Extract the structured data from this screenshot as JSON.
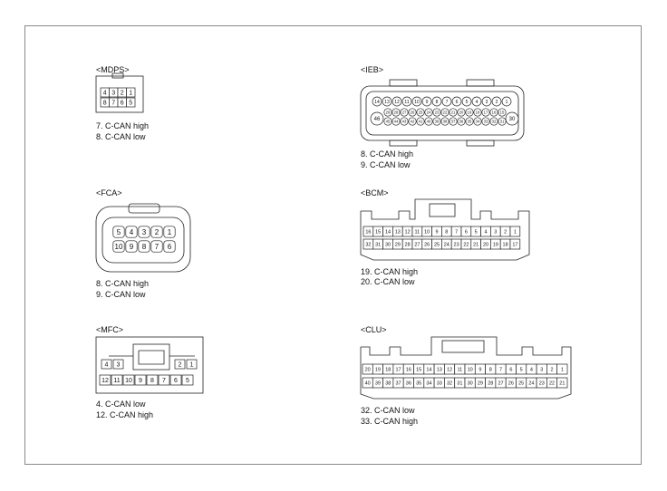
{
  "connectors": {
    "mdps": {
      "title": "<MDPS>",
      "pin_rows": [
        [
          "4",
          "3",
          "2",
          "1"
        ],
        [
          "8",
          "7",
          "6",
          "5"
        ]
      ],
      "notes": [
        "7. C-CAN high",
        "8. C-CAN low"
      ]
    },
    "ieb": {
      "title": "<IEB>",
      "pin_row_top": [
        "14",
        "13",
        "12",
        "11",
        "10",
        "9",
        "8",
        "7",
        "6",
        "5",
        "4",
        "3",
        "2",
        "1"
      ],
      "pin_row_mid": [
        "29",
        "28",
        "27",
        "26",
        "25",
        "24",
        "23",
        "22",
        "21",
        "20",
        "19",
        "18",
        "17",
        "16",
        "15"
      ],
      "pin_row_bottom": [
        "45",
        "44",
        "43",
        "42",
        "41",
        "40",
        "39",
        "38",
        "37",
        "36",
        "35",
        "34",
        "33",
        "32",
        "31"
      ],
      "pin_left": "46",
      "pin_right": "30",
      "notes": [
        "8. C-CAN high",
        "9. C-CAN low"
      ]
    },
    "fca": {
      "title": "<FCA>",
      "pin_rows": [
        [
          "5",
          "4",
          "3",
          "2",
          "1"
        ],
        [
          "10",
          "9",
          "8",
          "7",
          "6"
        ]
      ],
      "notes": [
        "8. C-CAN high",
        "9. C-CAN low"
      ]
    },
    "bcm": {
      "title": "<BCM>",
      "pin_rows": [
        [
          "16",
          "15",
          "14",
          "13",
          "12",
          "11",
          "10",
          "9",
          "8",
          "7",
          "6",
          "5",
          "4",
          "3",
          "2",
          "1"
        ],
        [
          "32",
          "31",
          "30",
          "29",
          "28",
          "27",
          "26",
          "25",
          "24",
          "23",
          "22",
          "21",
          "20",
          "19",
          "18",
          "17"
        ]
      ],
      "notes": [
        "19. C-CAN high",
        "20. C-CAN low"
      ]
    },
    "mfc": {
      "title": "<MFC>",
      "pin_top_left": [
        "4",
        "3"
      ],
      "pin_top_right": [
        "2",
        "1"
      ],
      "pin_bottom": [
        "12",
        "11",
        "10",
        "9",
        "8",
        "7",
        "6",
        "5"
      ],
      "notes": [
        "4. C-CAN low",
        "12. C-CAN high"
      ]
    },
    "clu": {
      "title": "<CLU>",
      "pin_rows": [
        [
          "20",
          "19",
          "18",
          "17",
          "16",
          "15",
          "14",
          "13",
          "12",
          "11",
          "10",
          "9",
          "8",
          "7",
          "6",
          "5",
          "4",
          "3",
          "2",
          "1"
        ],
        [
          "40",
          "39",
          "38",
          "37",
          "36",
          "35",
          "34",
          "33",
          "32",
          "31",
          "30",
          "29",
          "28",
          "27",
          "26",
          "25",
          "24",
          "23",
          "22",
          "21"
        ]
      ],
      "notes": [
        "32. C-CAN low",
        "33. C-CAN high"
      ]
    }
  }
}
